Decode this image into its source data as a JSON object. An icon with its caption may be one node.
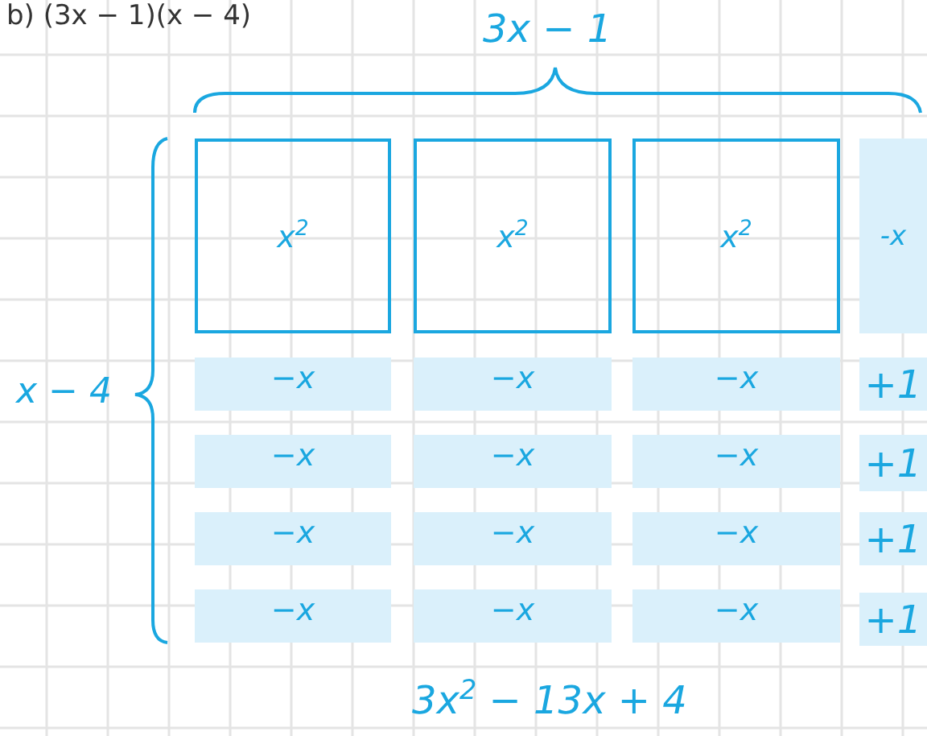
{
  "diagram": {
    "title": "b) (3x − 1)(x − 4)",
    "nodes": [
      {
        "text": [
          "x$^{2}$"
        ]
      },
      {
        "text": [
          "x$^{2}$"
        ]
      },
      {
        "text": [
          "x$^{2}$"
        ]
      },
      {
        "text": [
          "-x"
        ]
      },
      {
        "text": [
          "−x"
        ]
      },
      {
        "text": [
          "−x"
        ]
      },
      {
        "text": [
          "−x"
        ]
      },
      {
        "text": [
          "+1"
        ]
      },
      {
        "text": [
          "−x"
        ]
      },
      {
        "text": [
          "−x"
        ]
      },
      {
        "text": [
          "−x"
        ]
      },
      {
        "text": [
          "+1"
        ]
      },
      {
        "text": [
          "−x"
        ]
      },
      {
        "text": [
          "−x"
        ]
      },
      {
        "text": [
          "−x"
        ]
      },
      {
        "text": [
          "+1"
        ]
      },
      {
        "text": [
          "−x"
        ]
      },
      {
        "text": [
          "−x"
        ]
      },
      {
        "text": [
          "−x"
        ]
      },
      {
        "text": [
          "+1"
        ]
      }
    ],
    "labels": [
      "3x − 1",
      "x − 4",
      "3x$^{2}$ − 13x + 4"
    ]
  }
}
